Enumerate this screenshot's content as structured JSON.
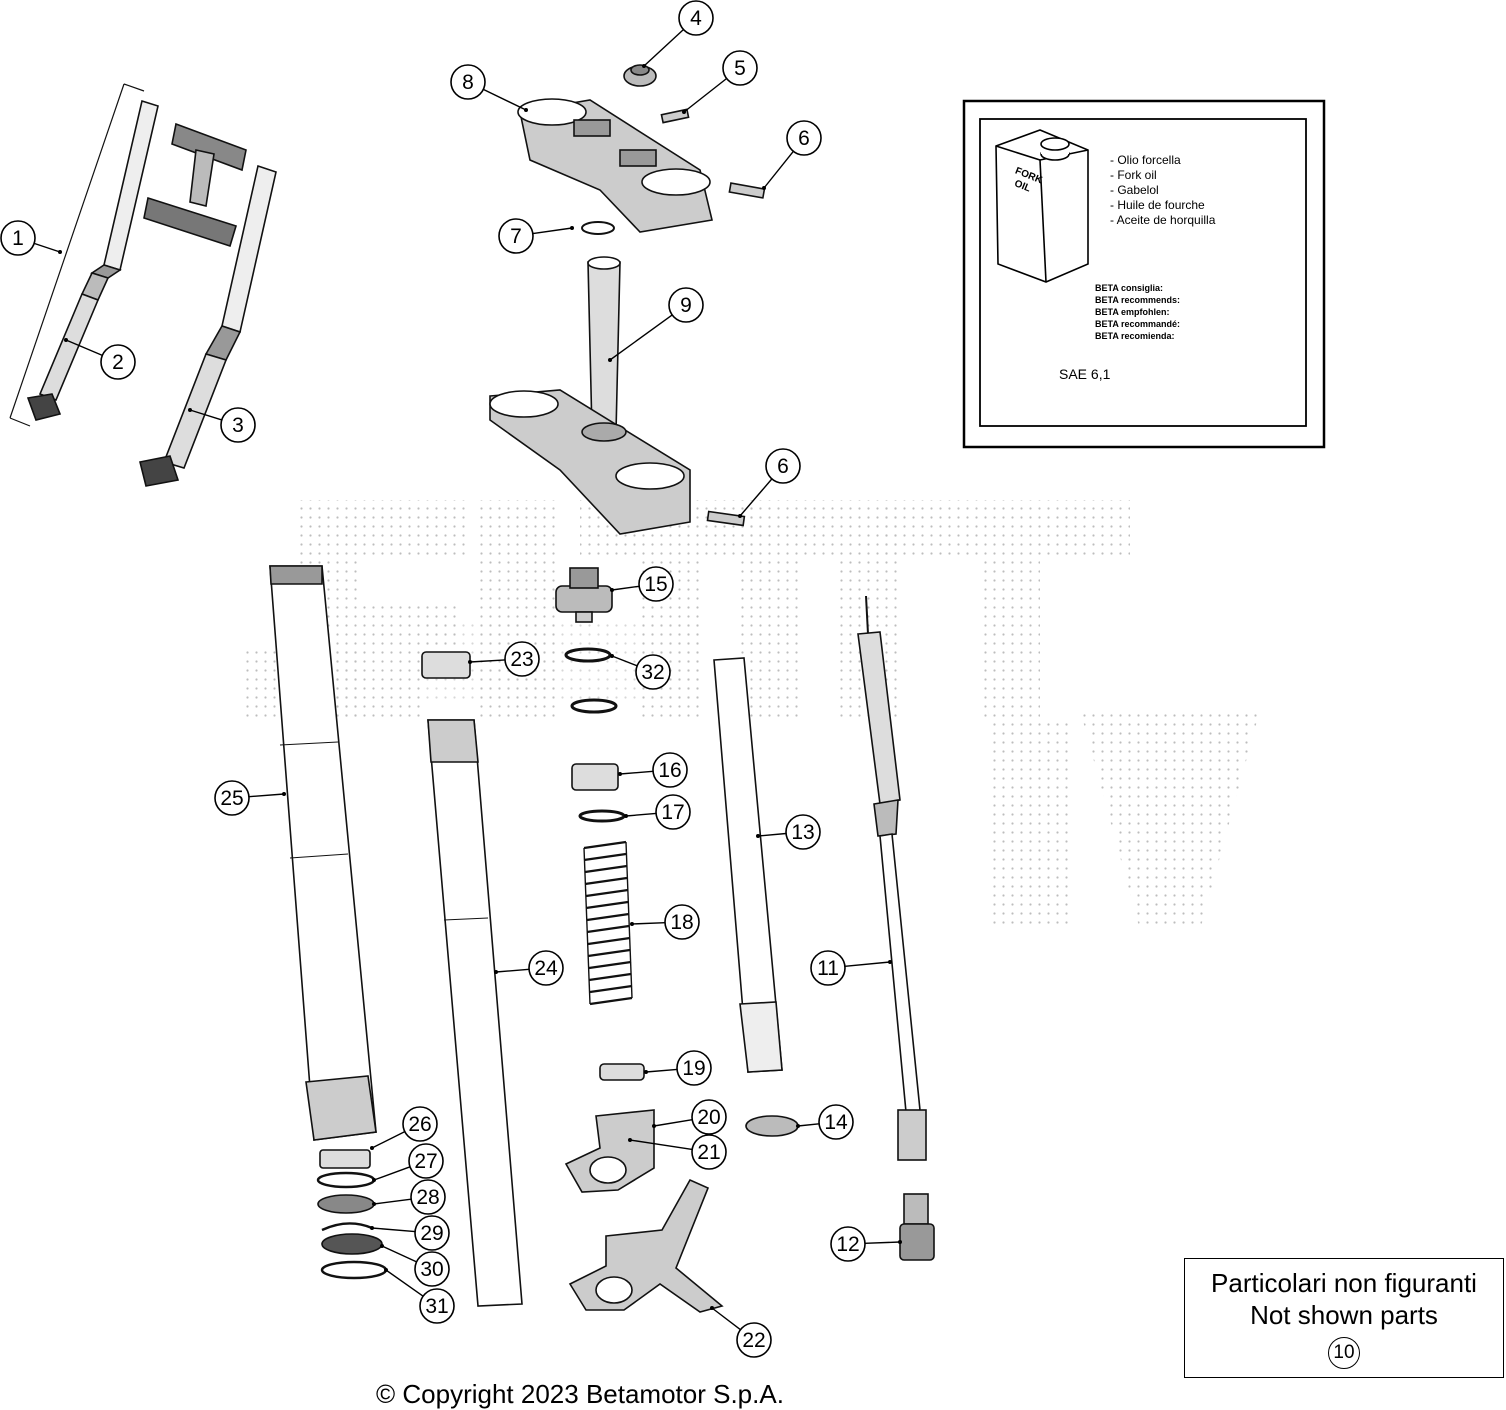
{
  "callouts": [
    {
      "id": "1",
      "label": "1"
    },
    {
      "id": "2",
      "label": "2"
    },
    {
      "id": "3",
      "label": "3"
    },
    {
      "id": "4",
      "label": "4"
    },
    {
      "id": "5",
      "label": "5"
    },
    {
      "id": "6",
      "label": "6"
    },
    {
      "id": "6b",
      "label": "6"
    },
    {
      "id": "7",
      "label": "7"
    },
    {
      "id": "8",
      "label": "8"
    },
    {
      "id": "9",
      "label": "9"
    },
    {
      "id": "11",
      "label": "11"
    },
    {
      "id": "12",
      "label": "12"
    },
    {
      "id": "13",
      "label": "13"
    },
    {
      "id": "14",
      "label": "14"
    },
    {
      "id": "15",
      "label": "15"
    },
    {
      "id": "16",
      "label": "16"
    },
    {
      "id": "17",
      "label": "17"
    },
    {
      "id": "18",
      "label": "18"
    },
    {
      "id": "19",
      "label": "19"
    },
    {
      "id": "20",
      "label": "20"
    },
    {
      "id": "21",
      "label": "21"
    },
    {
      "id": "22",
      "label": "22"
    },
    {
      "id": "23",
      "label": "23"
    },
    {
      "id": "24",
      "label": "24"
    },
    {
      "id": "25",
      "label": "25"
    },
    {
      "id": "26",
      "label": "26"
    },
    {
      "id": "27",
      "label": "27"
    },
    {
      "id": "28",
      "label": "28"
    },
    {
      "id": "29",
      "label": "29"
    },
    {
      "id": "30",
      "label": "30"
    },
    {
      "id": "31",
      "label": "31"
    },
    {
      "id": "32",
      "label": "32"
    }
  ],
  "oil_box": {
    "can_label_line1": "FORK",
    "can_label_line2": "OIL",
    "names": [
      "- Olio forcella",
      "- Fork oil",
      "- Gabelol",
      "- Huile de fourche",
      "- Aceite de horquilla"
    ],
    "recommends": [
      "BETA consiglia:",
      "BETA recommends:",
      "BETA empfohlen:",
      "BETA recommandé:",
      "BETA recomienda:"
    ],
    "spec": "SAE 6,1"
  },
  "not_shown_box": {
    "line1": "Particolari non figuranti",
    "line2": "Not shown parts",
    "part_number": "10"
  },
  "copyright": "© Copyright 2023 Betamotor S.p.A."
}
